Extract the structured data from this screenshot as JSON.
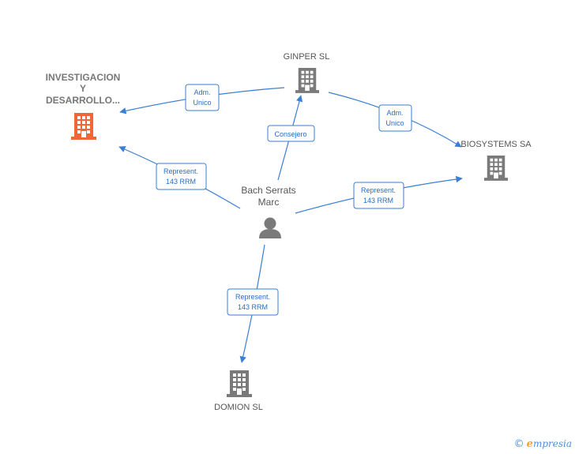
{
  "nodes": {
    "investigacion": {
      "lines": [
        "INVESTIGACION",
        "Y",
        "DESARROLLO..."
      ],
      "color": "#f0663a"
    },
    "ginper": {
      "lines": [
        "GINPER SL"
      ],
      "color": "#7a7a7a"
    },
    "biosystems": {
      "lines": [
        "BIOSYSTEMS SA"
      ],
      "color": "#7a7a7a"
    },
    "bach": {
      "lines": [
        "Bach Serrats",
        "Marc"
      ],
      "color": "#7a7a7a"
    },
    "domion": {
      "lines": [
        "DOMION SL"
      ],
      "color": "#7a7a7a"
    }
  },
  "edges": {
    "ginper_investigacion": [
      "Adm.",
      "Unico"
    ],
    "ginper_biosystems": [
      "Adm.",
      "Unico"
    ],
    "bach_ginper": [
      "Consejero"
    ],
    "bach_investigacion": [
      "Represent.",
      "143 RRM"
    ],
    "bach_biosystems": [
      "Represent.",
      "143 RRM"
    ],
    "bach_domion": [
      "Represent.",
      "143 RRM"
    ]
  },
  "footer": {
    "copyright": "©",
    "brand_first": "e",
    "brand_rest": "mpresia"
  },
  "colors": {
    "edge": "#3a7fd5",
    "company": "#7a7a7a",
    "highlight": "#f0663a"
  }
}
